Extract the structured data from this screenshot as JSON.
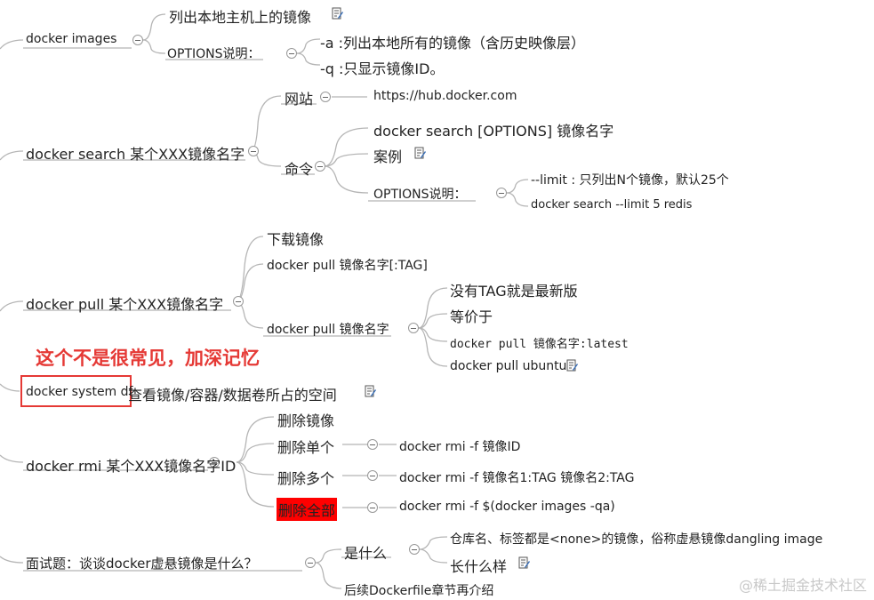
{
  "nodes": {
    "images": {
      "label": "docker images",
      "list_local": "列出本地主机上的镜像",
      "options_label": "OPTIONS说明：",
      "opt_a": "-a :列出本地所有的镜像（含历史映像层）",
      "opt_q": "-q :只显示镜像ID。"
    },
    "search": {
      "label": "docker search 某个XXX镜像名字",
      "site_label": "网站",
      "site_url": "https://hub.docker.com",
      "cmd_label": "命令",
      "cmd_syntax": "docker search [OPTIONS] 镜像名字",
      "example_label": "案例",
      "options_label": "OPTIONS说明：",
      "opt_limit": "--limit : 只列出N个镜像，默认25个",
      "opt_limit_example": "docker search --limit 5 redis"
    },
    "pull": {
      "label": "docker pull 某个XXX镜像名字",
      "download": "下载镜像",
      "with_tag": "docker pull 镜像名字[:TAG]",
      "without_tag": "docker pull 镜像名字",
      "no_tag_latest": "没有TAG就是最新版",
      "equivalent": "等价于",
      "latest_cmd": "docker pull 镜像名字:latest",
      "ubuntu_cmd": "docker pull ubuntu"
    },
    "note_uncommon": "这个不是很常见，加深记忆",
    "system_df": {
      "label": "docker system df",
      "desc": "查看镜像/容器/数据卷所占的空间"
    },
    "rmi": {
      "label": "docker rmi 某个XXX镜像名字ID",
      "delete_image": "删除镜像",
      "delete_one": "删除单个",
      "delete_one_cmd": "docker rmi  -f 镜像ID",
      "delete_many": "删除多个",
      "delete_many_cmd": "docker rmi -f 镜像名1:TAG 镜像名2:TAG",
      "delete_all": "删除全部",
      "delete_all_cmd": "docker rmi -f $(docker images -qa)"
    },
    "interview": {
      "label": "面试题：谈谈docker虚悬镜像是什么？",
      "what": "是什么",
      "what_desc": "仓库名、标签都是<none>的镜像，俗称虚悬镜像dangling image",
      "looks": "长什么样",
      "followup": "后续Dockerfile章节再介绍"
    }
  },
  "watermark": "@稀土掘金技术社区",
  "colors": {
    "line": "#b5b5b5",
    "red_accent": "#e53935",
    "highlight": "#ff0000",
    "watermark": "#c8c8c8"
  },
  "icons": {
    "note": "note-icon",
    "collapse": "collapse-minus-icon"
  }
}
